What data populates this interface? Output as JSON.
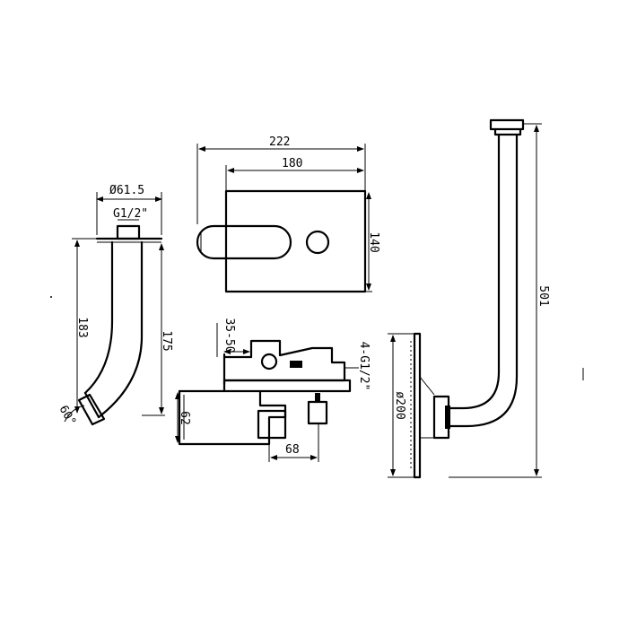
{
  "drawing": {
    "stroke_color": "#000000",
    "background_color": "#ffffff",
    "dimensions": {
      "width_222": "222",
      "width_180": "180",
      "height_140": "140",
      "spout_diameter": "Ø61.5",
      "spout_thread": "G1/2\"",
      "spout_height_183": "183",
      "spout_height_175": "175",
      "spout_angle": "60°",
      "wall_depth": "35-50",
      "outlet_thread": "4-G1/2\"",
      "body_height_62": "62",
      "body_width_68": "68",
      "riser_height": "501",
      "head_diameter": "ø200"
    }
  }
}
